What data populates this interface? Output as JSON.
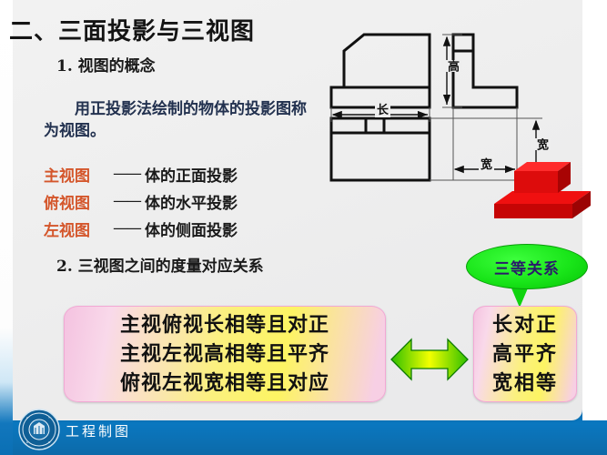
{
  "slide": {
    "title": "二、三面投影与三视图",
    "section1_heading": "1. 视图的概念",
    "paragraph": "用正投影法绘制的物体的投影图称为视图。",
    "definitions": [
      {
        "key": "主视图",
        "dash": "——",
        "value": "体的正面投影"
      },
      {
        "key": "俯视图",
        "dash": "——",
        "value": "体的水平投影"
      },
      {
        "key": "左视图",
        "dash": "——",
        "value": "体的侧面投影"
      }
    ],
    "section2_heading": "2. 三视图之间的度量对应关系",
    "callout": "三等关系",
    "rules_left": [
      "主视俯视长相等且对正",
      "主视左视高相等且平齐",
      "俯视左视宽相等且对应"
    ],
    "rules_right": [
      "长对正",
      "高平齐",
      "宽相等"
    ],
    "drawing": {
      "dim_length": "长",
      "dim_height": "高",
      "dim_width_side": "宽",
      "dim_width_top": "宽"
    }
  },
  "footer": {
    "course": "工程制图",
    "seal_name": "university-seal"
  },
  "colors": {
    "accent_red": "#d4562b",
    "footer_blue": "#0a72b9",
    "callout_green": "#19e519",
    "arrow_green": "#5ce000",
    "plaque_pink": "#f4c2e0",
    "plaque_yellow": "#fdf463",
    "solid_red": "#d40a0a"
  }
}
